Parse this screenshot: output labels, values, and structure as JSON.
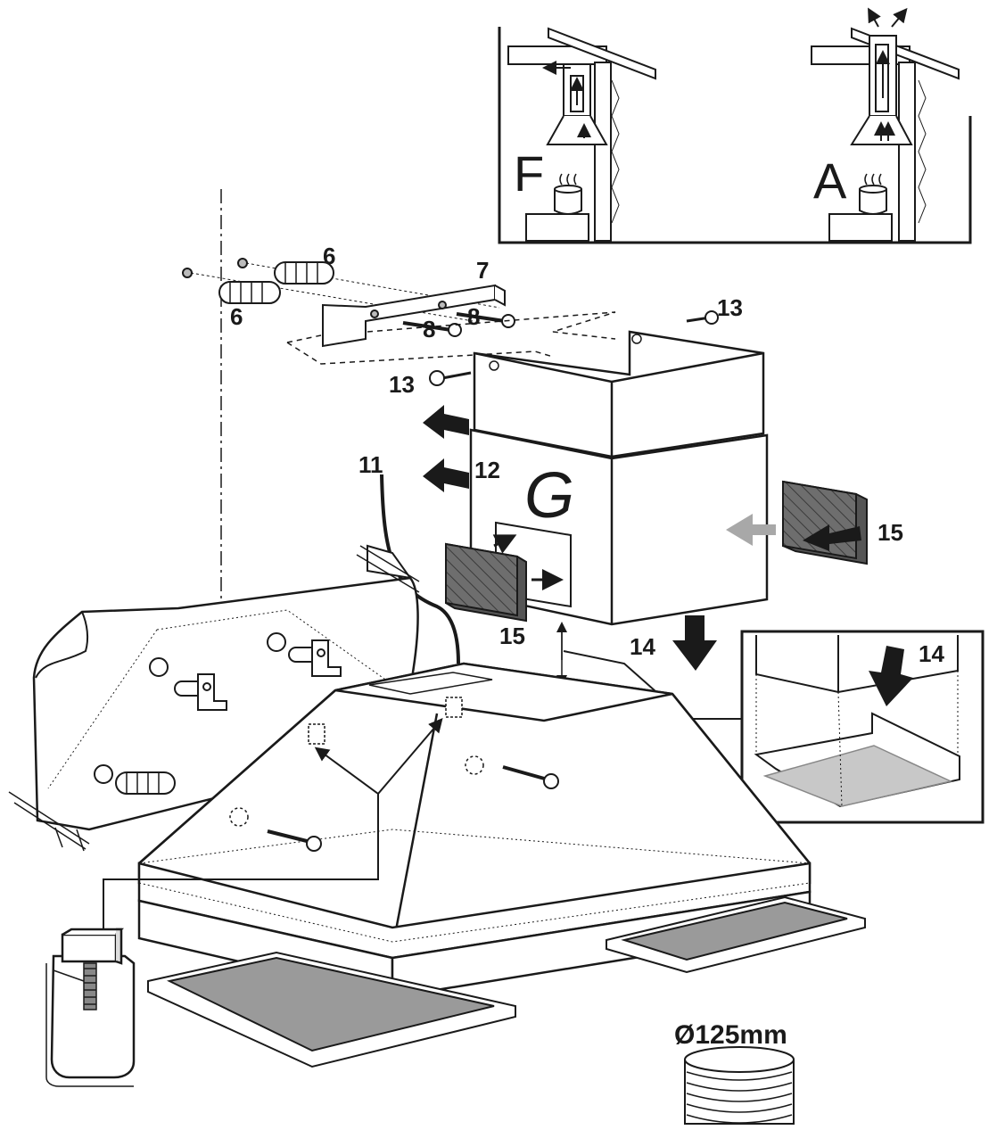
{
  "inset_top": {
    "left_label": "F",
    "right_label": "A"
  },
  "labels": {
    "anchor_a": "6",
    "anchor_b": "6",
    "bracket": "7",
    "screw_a": "8",
    "screw_b": "8",
    "screw_right": "13",
    "screw_left": "13",
    "cable": "11",
    "arrow_slide": "12",
    "chimney_letter": "G",
    "filter_right": "15",
    "filter_left": "15",
    "arrow_down": "14",
    "inset_arrow": "14"
  },
  "duct": {
    "diameter": "Ø125mm"
  },
  "colors": {
    "line": "#1a1a1a",
    "filter_fill": "#9a9a9a",
    "carbon_fill": "#6e6e6e",
    "light_arrow": "#a8a8a8",
    "inset_plate": "#c8c8c8"
  }
}
